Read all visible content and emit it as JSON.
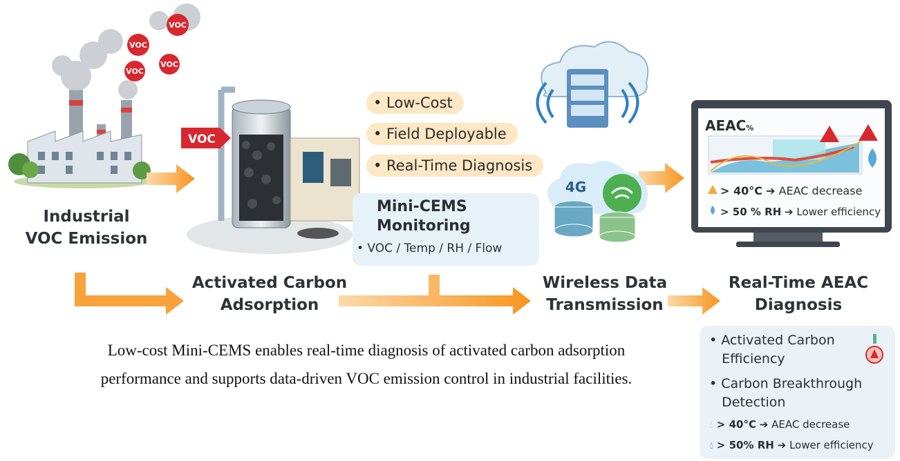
{
  "stages": {
    "emission": {
      "line1": "Industrial",
      "line2": "VOC Emission",
      "voc_tag": "VOC"
    },
    "adsorption": {
      "line1": "Activated Carbon",
      "line2": "Adsorption",
      "voc_arrow_label": "VOC"
    },
    "features": [
      "• Low-Cost",
      "• Field Deployable",
      "• Real-Time Diagnosis"
    ],
    "monitoring": {
      "title1": "Mini-CEMS",
      "title2": "Monitoring",
      "params": "• VOC / Temp / RH / Flow"
    },
    "transmission": {
      "line1": "Wireless Data",
      "line2": "Transmission",
      "network_label": "4G"
    },
    "diagnosis": {
      "line1": "Real-Time AEAC",
      "line2": "Diagnosis"
    }
  },
  "monitor_screen": {
    "title": "AEAC",
    "title_unit": "%",
    "rule1": {
      "condition": "> 40°C",
      "effect": "AEAC decrease"
    },
    "rule2": {
      "condition": "> 50 % RH",
      "effect": "Lower efficiency"
    }
  },
  "diagnosis_box": {
    "items": [
      {
        "line1": "Activated Carbon",
        "line2": "Efficiency"
      },
      {
        "line1": "Carbon Breakthrough",
        "line2": "Detection"
      }
    ],
    "rule1": {
      "condition": "> 40°C",
      "effect": "AEAC decrease"
    },
    "rule2": {
      "condition": "> 50% RH",
      "effect": "Lower efficiency"
    }
  },
  "caption": {
    "line1": "Low-cost Mini-CEMS enables real-time diagnosis of activated carbon adsorption",
    "line2": "performance and supports data-driven VOC emission control in industrial facilities."
  },
  "colors": {
    "arrow": "#f7a23b",
    "voc_red": "#d8282f",
    "pill": "#fde7c4",
    "panel": "#e6f2f8"
  }
}
